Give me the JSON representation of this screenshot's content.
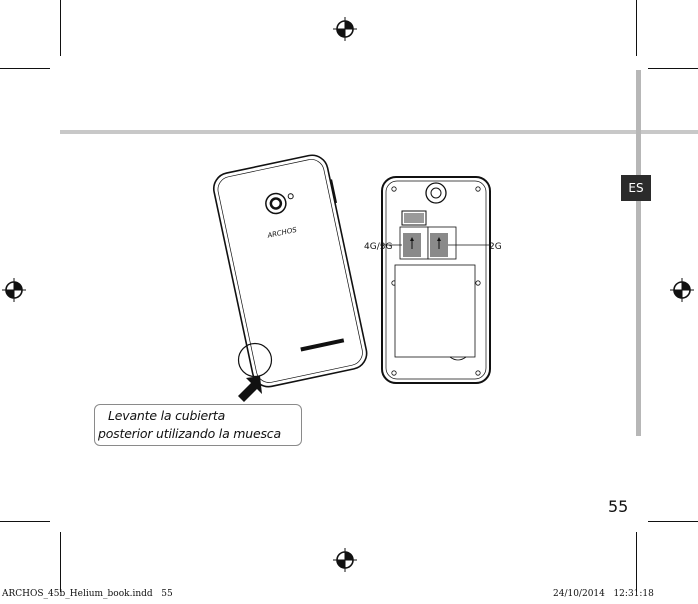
{
  "language_tab": "ES",
  "brand_text": "ARCHOS",
  "sim_labels": {
    "left": "4G/3G",
    "right": "2G"
  },
  "callout": {
    "line1": "Levante la cubierta",
    "line2": "posterior utilizando la muesca"
  },
  "page_number": "55",
  "footer": {
    "filename": "ARCHOS_45b_Helium_book.indd   55",
    "timestamp": "24/10/2014   12:31:18"
  }
}
